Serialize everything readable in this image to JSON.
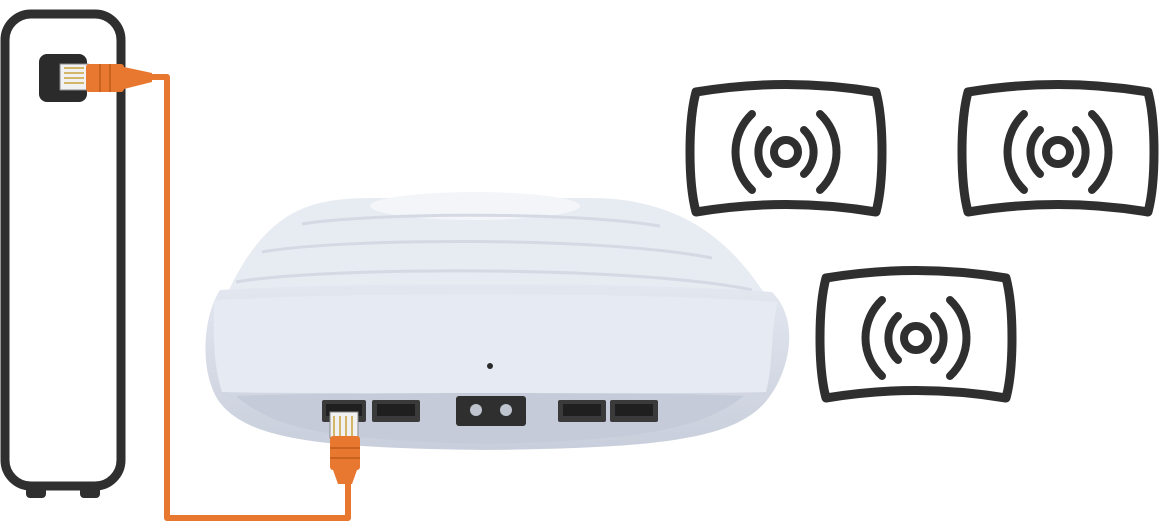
{
  "diagram": {
    "modem": {
      "icon": "modem-icon"
    },
    "cable": {
      "icon": "ethernet-cable-icon"
    },
    "router": {
      "icon": "mesh-router-icon",
      "ports": [
        "ethernet-port",
        "ethernet-port",
        "power-port",
        "ethernet-port",
        "ethernet-port"
      ]
    },
    "satellites": [
      {
        "icon": "wireless-signal-icon"
      },
      {
        "icon": "wireless-signal-icon"
      },
      {
        "icon": "wireless-signal-icon"
      }
    ],
    "colors": {
      "cable": "#E8782F",
      "outline": "#2f2f2f",
      "router_body": "#E4E8F1",
      "router_shadow": "#C9CFDB",
      "port_dark": "#3a3a3a"
    }
  }
}
